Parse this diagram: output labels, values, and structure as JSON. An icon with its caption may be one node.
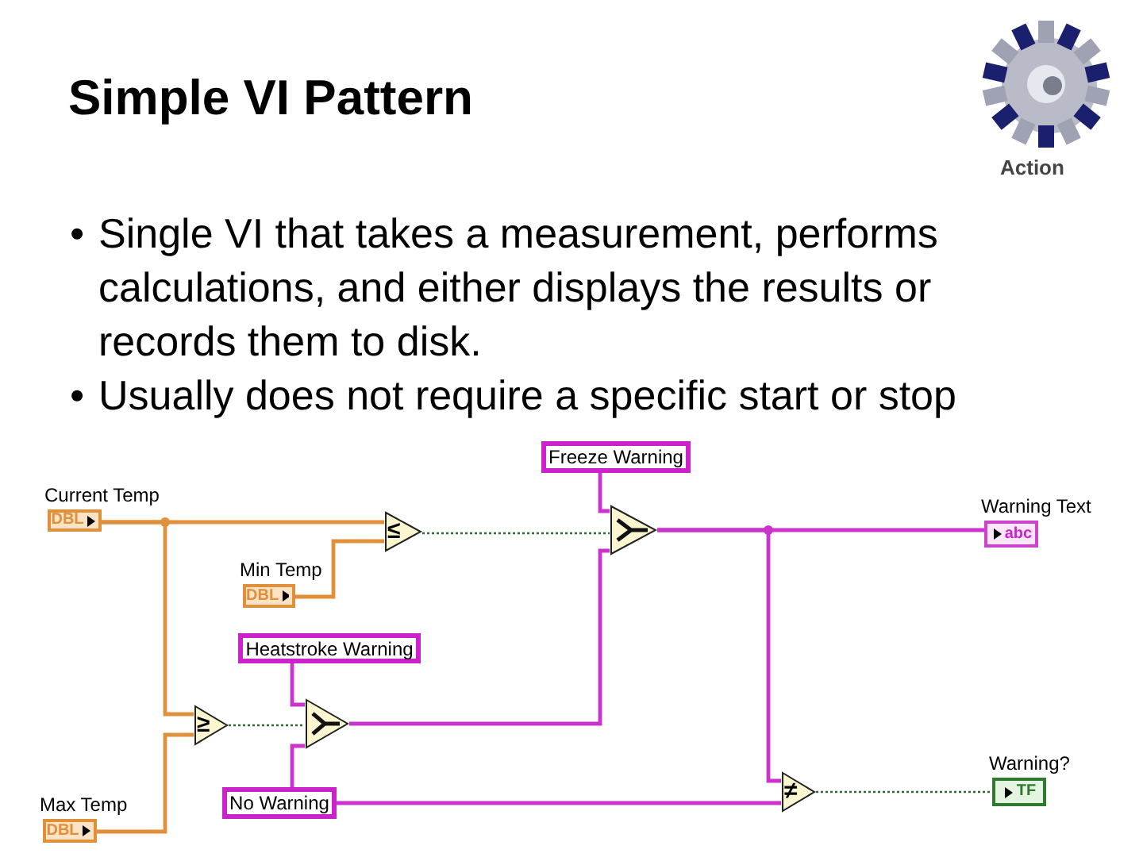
{
  "diagram": {
    "title": "Simple VI Pattern",
    "nodes": [
      {
        "text": [
          "Current Temp",
          "DBL"
        ]
      },
      {
        "text": [
          "Min Temp",
          "DBL"
        ]
      },
      {
        "text": [
          "Max Temp",
          "DBL"
        ]
      },
      {
        "text": [
          "Freeze Warning"
        ]
      },
      {
        "text": [
          "Heatstroke Warning"
        ]
      },
      {
        "text": [
          "No Warning"
        ]
      },
      {
        "text": [
          "Warning Text",
          "abc"
        ]
      },
      {
        "text": [
          "Warning?",
          "TF"
        ]
      },
      {
        "text": [
          "≤"
        ]
      },
      {
        "text": [
          "≥"
        ]
      },
      {
        "text": [],
        "shape": "triangle"
      },
      {
        "text": [],
        "shape": "triangle"
      },
      {
        "text": [
          "≠"
        ]
      }
    ],
    "edges": [
      {
        "from": 0,
        "to": 8,
        "arrow": "none",
        "color": "#e0903a"
      },
      {
        "from": 1,
        "to": 8,
        "arrow": "none",
        "color": "#e0903a"
      },
      {
        "from": 0,
        "to": 9,
        "arrow": "none",
        "color": "#e0903a"
      },
      {
        "from": 2,
        "to": 9,
        "arrow": "none",
        "color": "#e0903a"
      },
      {
        "from": 8,
        "to": 11,
        "arrow": "none",
        "style": "dashed",
        "color": "#2f6b2f"
      },
      {
        "from": 9,
        "to": 10,
        "arrow": "none",
        "style": "dashed",
        "color": "#2f6b2f"
      },
      {
        "from": 4,
        "to": 10,
        "arrow": "none"
      },
      {
        "from": 5,
        "to": 10,
        "arrow": "none"
      },
      {
        "from": 3,
        "to": 11,
        "arrow": "none"
      },
      {
        "from": 10,
        "to": 11,
        "arrow": "none"
      },
      {
        "from": 11,
        "to": 6,
        "arrow": "none"
      },
      {
        "from": 11,
        "to": 12,
        "arrow": "none"
      },
      {
        "from": 5,
        "to": 12,
        "arrow": "none"
      },
      {
        "from": 12,
        "to": 7,
        "arrow": "none",
        "style": "dashed",
        "color": "#2f6b2f"
      }
    ],
    "labels": [
      "Action",
      "•",
      "Single VI that takes a measurement, performs calculations, and either displays the results or records them to disk.",
      "•",
      "Usually does not require a specific start or stop"
    ]
  }
}
